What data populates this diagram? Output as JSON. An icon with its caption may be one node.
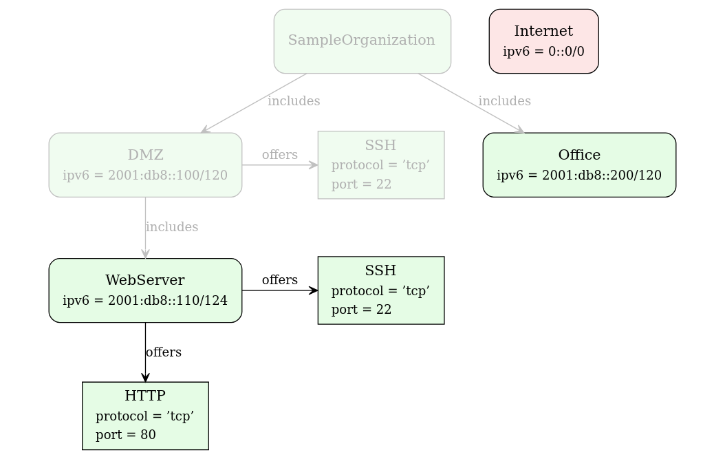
{
  "diagram": {
    "nodes": [
      {
        "text": [
          "SampleOrganization"
        ]
      },
      {
        "text": [
          "Internet",
          "ipv6 = 0::0/0"
        ]
      },
      {
        "text": [
          "DMZ",
          "ipv6 = 2001:db8::100/120"
        ]
      },
      {
        "text": [
          "SSH",
          "protocol = ’tcp’",
          "port = 22"
        ]
      },
      {
        "text": [
          "Office",
          "ipv6 = 2001:db8::200/120"
        ]
      },
      {
        "text": [
          "WebServer",
          "ipv6 = 2001:db8::110/124"
        ]
      },
      {
        "text": [
          "SSH",
          "protocol = ’tcp’",
          "port = 22"
        ]
      },
      {
        "text": [
          "HTTP",
          "protocol = ’tcp’",
          "port = 80"
        ]
      }
    ],
    "edges": [
      {
        "from": 0,
        "to": 2,
        "arrow": "to",
        "label": "includes"
      },
      {
        "from": 0,
        "to": 4,
        "arrow": "to",
        "label": "includes"
      },
      {
        "from": 2,
        "to": 3,
        "arrow": "to",
        "label": "offers"
      },
      {
        "from": 2,
        "to": 5,
        "arrow": "to",
        "label": "includes"
      },
      {
        "from": 5,
        "to": 6,
        "arrow": "to",
        "label": "offers",
        "color": "#000000"
      },
      {
        "from": 5,
        "to": 7,
        "arrow": "to",
        "label": "offers",
        "color": "#000000"
      }
    ]
  }
}
